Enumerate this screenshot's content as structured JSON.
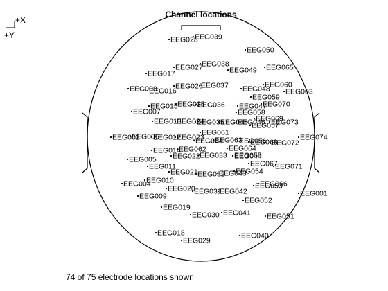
{
  "title": "Channel locations",
  "orientation": {
    "x_label": "+X",
    "y_label": "+Y"
  },
  "footer": "74 of 75 electrode locations shown",
  "electrodes": [
    {
      "label": "EEG001"
    },
    {
      "label": "EEG002"
    },
    {
      "label": "EEG003"
    },
    {
      "label": "EEG004"
    },
    {
      "label": "EEG005"
    },
    {
      "label": "EEG006"
    },
    {
      "label": "EEG007"
    },
    {
      "label": "EEG008"
    },
    {
      "label": "EEG009"
    },
    {
      "label": "EEG010"
    },
    {
      "label": "EEG011"
    },
    {
      "label": "EEG012"
    },
    {
      "label": "EEG013"
    },
    {
      "label": "EEG014"
    },
    {
      "label": "EEG015"
    },
    {
      "label": "EEG016"
    },
    {
      "label": "EEG017"
    },
    {
      "label": "EEG018"
    },
    {
      "label": "EEG019"
    },
    {
      "label": "EEG020"
    },
    {
      "label": "EEG021"
    },
    {
      "label": "EEG022"
    },
    {
      "label": "EEG023"
    },
    {
      "label": "EEG024"
    },
    {
      "label": "EEG025"
    },
    {
      "label": "EEG026"
    },
    {
      "label": "EEG027"
    },
    {
      "label": "EEG028"
    },
    {
      "label": "EEG029"
    },
    {
      "label": "EEG030"
    },
    {
      "label": "EEG031"
    },
    {
      "label": "EEG032"
    },
    {
      "label": "EEG033"
    },
    {
      "label": "EEG034"
    },
    {
      "label": "EEG035"
    },
    {
      "label": "EEG036"
    },
    {
      "label": "EEG037"
    },
    {
      "label": "EEG038"
    },
    {
      "label": "EEG039"
    },
    {
      "label": "EEG040"
    },
    {
      "label": "EEG041"
    },
    {
      "label": "EEG042"
    },
    {
      "label": "EEG043"
    },
    {
      "label": "EEG044"
    },
    {
      "label": "EEG045"
    },
    {
      "label": "EEG046"
    },
    {
      "label": "EEG047"
    },
    {
      "label": "EEG048"
    },
    {
      "label": "EEG049"
    },
    {
      "label": "EEG050"
    },
    {
      "label": "EEG051"
    },
    {
      "label": "EEG052"
    },
    {
      "label": "EEG053"
    },
    {
      "label": "EEG054"
    },
    {
      "label": "EEG055"
    },
    {
      "label": "EEG056"
    },
    {
      "label": "EEG057"
    },
    {
      "label": "EEG058"
    },
    {
      "label": "EEG059"
    },
    {
      "label": "EEG060"
    },
    {
      "label": "EEG061"
    },
    {
      "label": "EEG062"
    },
    {
      "label": "EEG063"
    },
    {
      "label": "EEG064"
    },
    {
      "label": "EEG065"
    },
    {
      "label": "EEG066"
    },
    {
      "label": "EEG067"
    },
    {
      "label": "EEG068"
    },
    {
      "label": "EEG069"
    },
    {
      "label": "EEG070"
    },
    {
      "label": "EEG071"
    },
    {
      "label": "EEG072"
    },
    {
      "label": "EEG073"
    },
    {
      "label": "EEG074"
    }
  ]
}
